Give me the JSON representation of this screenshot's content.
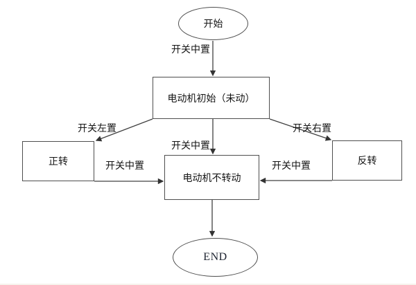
{
  "diagram": {
    "title": "motor-switch-control-flowchart",
    "nodes": {
      "start": {
        "type": "terminator",
        "label": "开始"
      },
      "init": {
        "type": "process",
        "label": "电动机初始（未动）"
      },
      "forward": {
        "type": "process",
        "label": "正转"
      },
      "reverse": {
        "type": "process",
        "label": "反转"
      },
      "stop": {
        "type": "process",
        "label": "电动机不转动"
      },
      "end": {
        "type": "terminator",
        "label": "END"
      }
    },
    "edges": [
      {
        "from": "start",
        "to": "init",
        "label": "开关中置"
      },
      {
        "from": "init",
        "to": "forward",
        "label": "开关左置"
      },
      {
        "from": "init",
        "to": "reverse",
        "label": "开关右置"
      },
      {
        "from": "init",
        "to": "stop",
        "label": "开关中置"
      },
      {
        "from": "forward",
        "to": "stop",
        "label": "开关中置"
      },
      {
        "from": "reverse",
        "to": "stop",
        "label": "开关中置"
      },
      {
        "from": "stop",
        "to": "end",
        "label": ""
      }
    ],
    "colors": {
      "background": "#ffffff",
      "line": "#404040",
      "border": "#4d4d4d",
      "text": "#141414"
    }
  }
}
